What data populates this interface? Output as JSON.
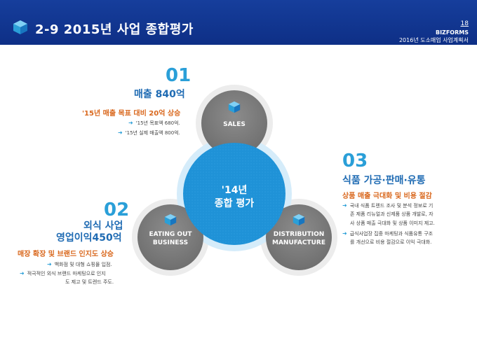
{
  "header": {
    "title": "2-9 2015년 사업 종합평가",
    "page_number": "18",
    "brand": "BIZFORMS",
    "doc_title": "2016년 도소매업 사업계획서"
  },
  "center": {
    "line1": "'14년",
    "line2": "종합 평가"
  },
  "circles": {
    "top": "SALES",
    "left_line1": "EATING OUT",
    "left_line2": "BUSINESS",
    "right_line1": "DISTRIBUTION",
    "right_line2": "MANUFACTURE"
  },
  "section1": {
    "number": "01",
    "heading": "매출 840억",
    "subheading": "'15년 매출 목표 대비 20억 상승",
    "bullets": [
      "'15년 목표액 680억.",
      "'15년 실제 매출액 800억."
    ]
  },
  "section2": {
    "number": "02",
    "heading1": "외식 사업",
    "heading2": "영업이익450억",
    "subheading": "매장 확장 및 브랜드 인지도 상승",
    "bullets": [
      "백화점 및 대형 쇼핑몰 입점.",
      "적극적인 외식 브랜드 마케팅으로 인지",
      "도 제고 및 트렌드 주도."
    ]
  },
  "section3": {
    "number": "03",
    "heading": "식품 가공·판매·유통",
    "subheading": "상품 매출 극대화 및 비용 절감",
    "bullets": [
      "국내 식품 트렌드 조사 및 분석 정보로 기",
      "존 제품 리뉴얼과 신제품 상품 개발로, 자",
      "사 상품 매출 극대화 및 상품 이미지 제고.",
      "급식사업장 집중 마케팅과 식품유통 구조",
      "를 개선으로 비용 절감으로 이익 극대화."
    ]
  },
  "colors": {
    "header": "#163e9c",
    "accent": "#2a9fd8",
    "orange": "#d9671c",
    "gray_circle": "#7a7a7a"
  },
  "icons": {
    "cube": "cube-icon",
    "arrow": "arrow-right-icon"
  }
}
